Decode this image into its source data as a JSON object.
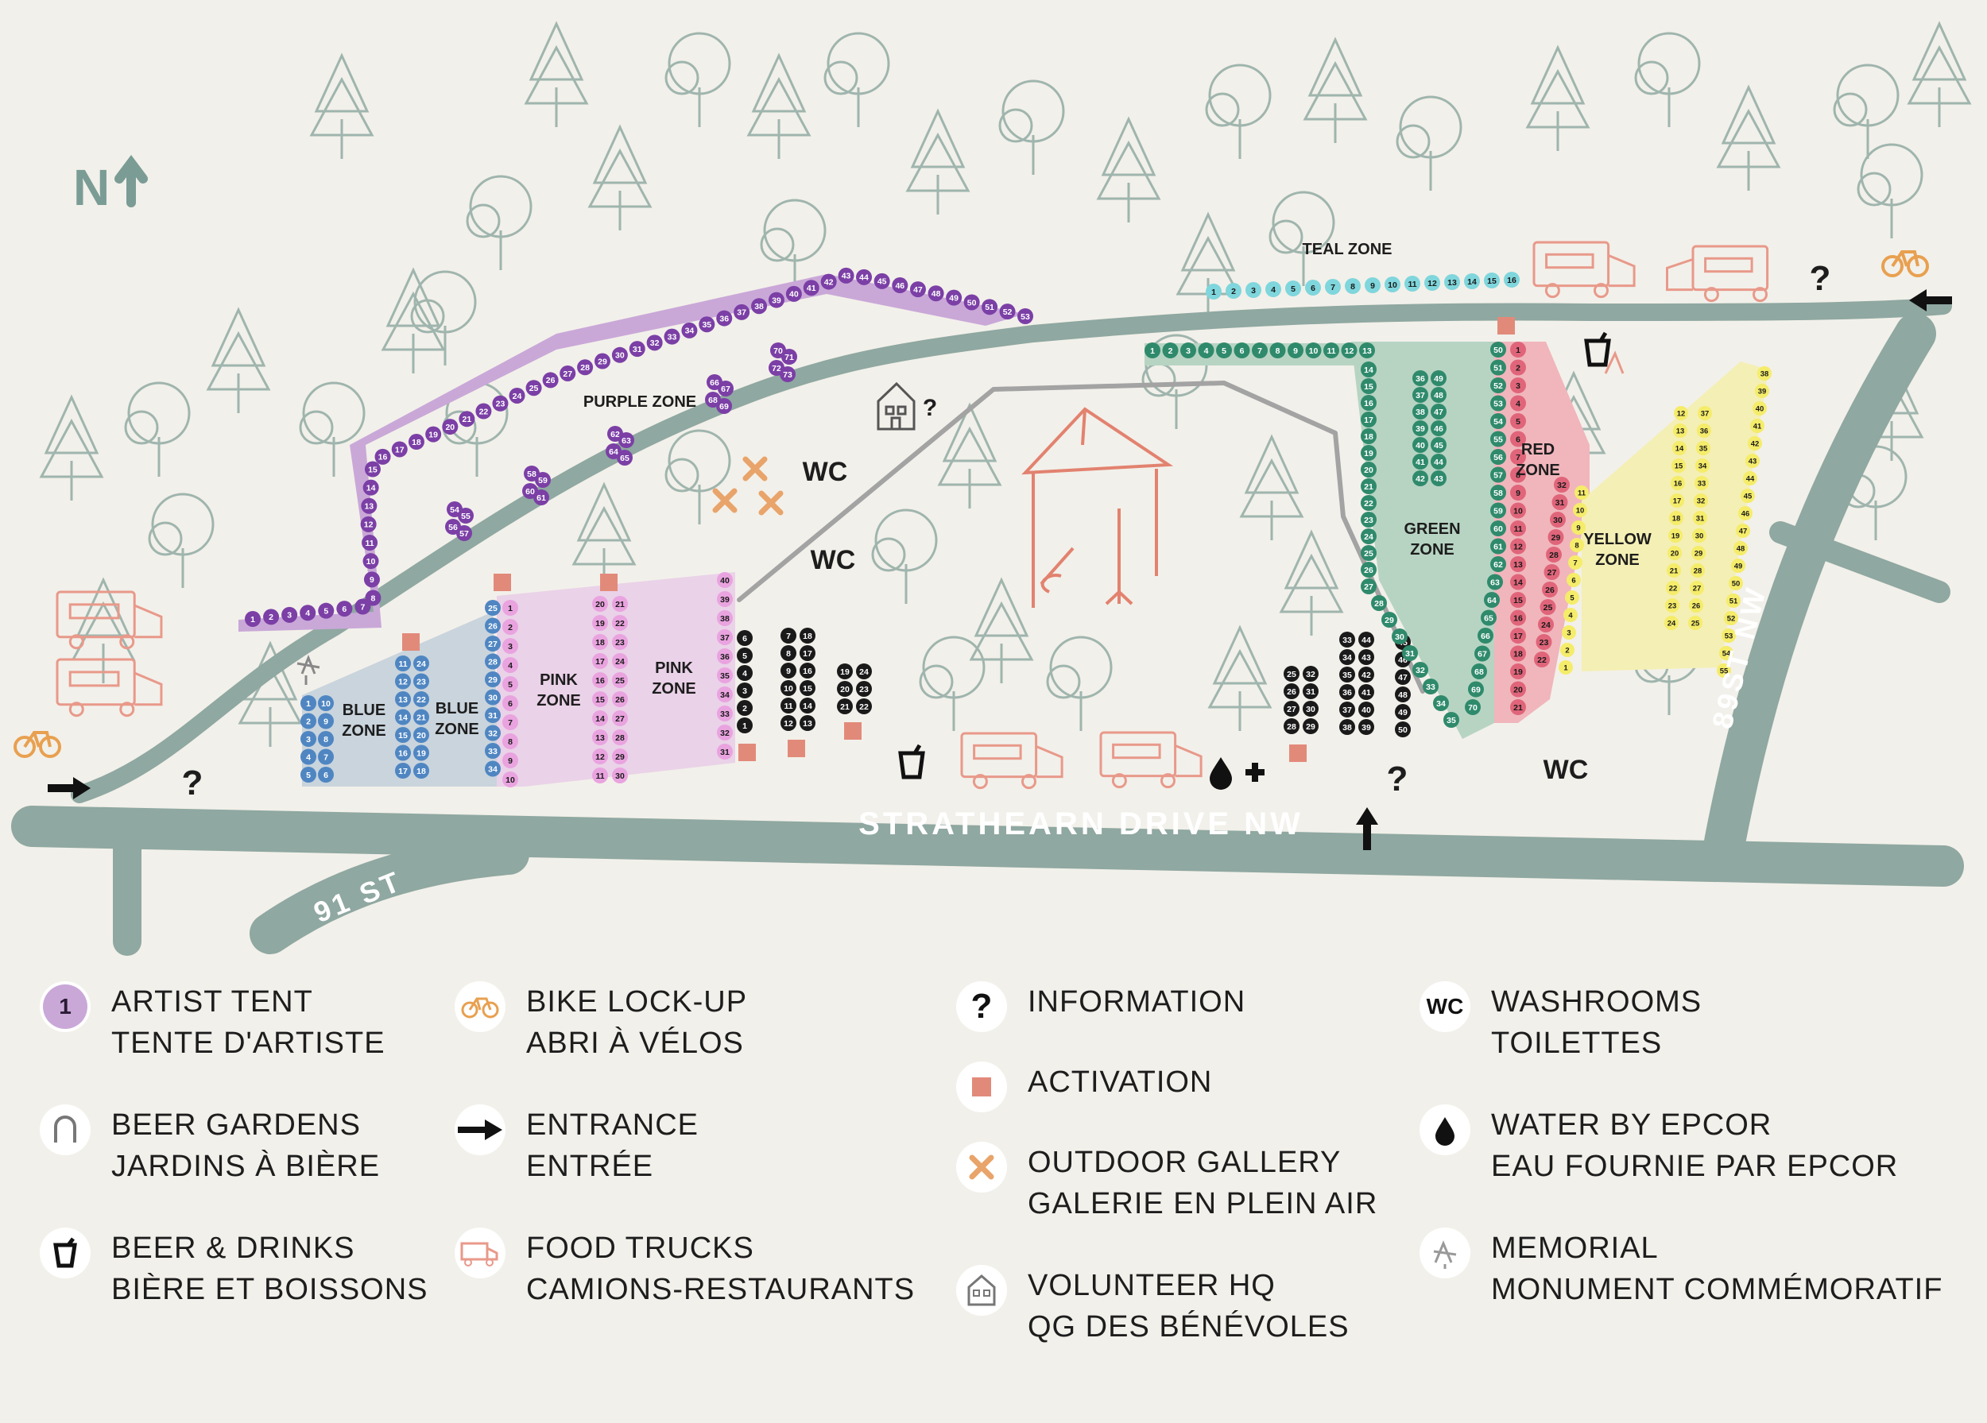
{
  "north_label": "N",
  "streets": {
    "main": "STRATHEARN DRIVE NW",
    "west": "91 ST",
    "east": "89ST NW"
  },
  "zones": {
    "teal": "TEAL ZONE",
    "purple": "PURPLE ZONE",
    "blue": "BLUE ZONE",
    "pink": "PINK ZONE",
    "green": "GREEN ZONE",
    "red": "RED ZONE",
    "yellow": "YELLOW ZONE"
  },
  "map_labels": {
    "wc": "WC",
    "info": "?"
  },
  "colors": {
    "background": "#f2f0ea",
    "road": "#8fa8a1",
    "purple": "#7b3fa6",
    "purple_zone": "#c9a8d8",
    "teal": "#7fd6dc",
    "blue": "#4f86c2",
    "blue_zone": "#c9d4dd",
    "pink": "#e9a3df",
    "pink_zone": "#ead2e8",
    "green": "#2f8a6c",
    "green_zone": "#b7d4c3",
    "red": "#e0657a",
    "red_zone": "#f0b6bc",
    "yellow": "#f5ec6a",
    "yellow_zone": "#f4efb4",
    "black_tent": "#1a1a1a",
    "activation": "#e28a7a",
    "gallery": "#e8a46a",
    "food_truck": "#e8998a",
    "bike": "#e8a050",
    "tree": "#9fb5ae"
  },
  "legend": [
    {
      "icon": "artist-tent-icon",
      "icon_text": "1",
      "line1": "ARTIST TENT",
      "line2": "TENTE D'ARTISTE"
    },
    {
      "icon": "beer-garden-icon",
      "line1": "BEER GARDENS",
      "line2": "JARDINS À BIÈRE"
    },
    {
      "icon": "beer-drinks-icon",
      "line1": "BEER & DRINKS",
      "line2": "BIÈRE ET BOISSONS"
    },
    {
      "icon": "bike-icon",
      "line1": "BIKE LOCK-UP",
      "line2": "ABRI À VÉLOS"
    },
    {
      "icon": "entrance-arrow-icon",
      "line1": "ENTRANCE",
      "line2": "ENTRÉE"
    },
    {
      "icon": "food-truck-icon",
      "line1": "FOOD TRUCKS",
      "line2": "CAMIONS-RESTAURANTS"
    },
    {
      "icon": "information-icon",
      "icon_text": "?",
      "line1": "INFORMATION",
      "line2": ""
    },
    {
      "icon": "activation-icon",
      "line1": "ACTIVATION",
      "line2": ""
    },
    {
      "icon": "outdoor-gallery-icon",
      "line1": "OUTDOOR GALLERY",
      "line2": "GALERIE EN PLEIN AIR"
    },
    {
      "icon": "volunteer-hq-icon",
      "line1": "VOLUNTEER HQ",
      "line2": "QG DES BÉNÉVOLES"
    },
    {
      "icon": "washroom-icon",
      "icon_text": "WC",
      "line1": "WASHROOMS",
      "line2": "TOILETTES"
    },
    {
      "icon": "water-icon",
      "line1": "WATER BY EPCOR",
      "line2": "EAU FOURNIE PAR EPCOR"
    },
    {
      "icon": "memorial-icon",
      "line1": "MEMORIAL",
      "line2": "MONUMENT COMMÉMORATIF"
    }
  ],
  "tents": {
    "teal_row": [
      "1",
      "2",
      "3",
      "4",
      "5",
      "6",
      "7",
      "8",
      "9",
      "10",
      "11",
      "12",
      "13",
      "14",
      "15",
      "16"
    ],
    "purple_path": [
      "1",
      "2",
      "3",
      "4",
      "5",
      "6",
      "7",
      "8",
      "9",
      "10",
      "11",
      "12",
      "13",
      "14",
      "15",
      "16",
      "17",
      "18",
      "19",
      "20",
      "21",
      "22",
      "23",
      "24",
      "25",
      "26",
      "27",
      "28",
      "29",
      "30",
      "31",
      "32",
      "33",
      "34",
      "35",
      "36",
      "37",
      "38",
      "39",
      "40",
      "41",
      "42",
      "43",
      "44",
      "45",
      "46",
      "47",
      "48",
      "49",
      "50",
      "51",
      "52",
      "53"
    ],
    "purple_clusters": [
      [
        "54",
        "55",
        "56",
        "57"
      ],
      [
        "58",
        "59",
        "60",
        "61"
      ],
      [
        "62",
        "63",
        "64",
        "65"
      ],
      [
        "66",
        "67",
        "68",
        "69"
      ],
      [
        "70",
        "71",
        "72",
        "73"
      ]
    ],
    "blue_cols": [
      [
        "1",
        "2",
        "3",
        "4",
        "5"
      ],
      [
        "10",
        "9",
        "8",
        "7",
        "6"
      ],
      [
        "11",
        "12",
        "13",
        "14",
        "15",
        "16",
        "17"
      ],
      [
        "24",
        "23",
        "22",
        "21",
        "20",
        "19",
        "18"
      ],
      [
        "25",
        "26",
        "27",
        "28",
        "29",
        "30",
        "31",
        "32",
        "33",
        "34"
      ]
    ],
    "pink_cols": [
      [
        "1",
        "2",
        "3",
        "4",
        "5",
        "6",
        "7",
        "8",
        "9",
        "10"
      ],
      [
        "20",
        "19",
        "18",
        "17",
        "16",
        "15",
        "14",
        "13",
        "12",
        "11"
      ],
      [
        "21",
        "22",
        "23",
        "24",
        "25",
        "26",
        "27",
        "28",
        "29",
        "30"
      ],
      [
        "40",
        "39",
        "38",
        "37",
        "36",
        "35",
        "34",
        "33",
        "32",
        "31"
      ]
    ],
    "black_groups": [
      [
        [
          "6",
          "5",
          "4",
          "3",
          "2",
          "1"
        ]
      ],
      [
        [
          "7",
          "8",
          "9",
          "10",
          "11",
          "12"
        ],
        [
          "18",
          "17",
          "16",
          "15",
          "14",
          "13"
        ]
      ],
      [
        [
          "19",
          "20",
          "21"
        ],
        [
          "24",
          "23",
          "22"
        ]
      ],
      [
        [
          "25",
          "26",
          "27",
          "28"
        ],
        [
          "32",
          "31",
          "30",
          "29"
        ]
      ],
      [
        [
          "33",
          "34",
          "35",
          "36",
          "37",
          "38"
        ],
        [
          "44",
          "43",
          "42",
          "41",
          "40",
          "39"
        ]
      ],
      [
        [
          "45",
          "46",
          "47",
          "48",
          "49",
          "50"
        ]
      ]
    ],
    "green_top": [
      "1",
      "2",
      "3",
      "4",
      "5",
      "6",
      "7",
      "8",
      "9",
      "10",
      "11",
      "12",
      "13"
    ],
    "green_diag": [
      "14",
      "15",
      "16",
      "17",
      "18",
      "19",
      "20",
      "21",
      "22",
      "23",
      "24",
      "25",
      "26",
      "27",
      "28",
      "29",
      "30",
      "31",
      "32",
      "33",
      "34",
      "35"
    ],
    "green_block": [
      [
        "36",
        "37",
        "38",
        "39",
        "40",
        "41",
        "42"
      ],
      [
        "49",
        "48",
        "47",
        "46",
        "45",
        "44",
        "43"
      ]
    ],
    "green_right": [
      "50",
      "51",
      "52",
      "53",
      "54",
      "55",
      "56",
      "57",
      "58",
      "59",
      "60",
      "61",
      "62",
      "63",
      "64",
      "65",
      "66",
      "67",
      "68",
      "69",
      "70"
    ],
    "red_col": [
      "1",
      "2",
      "3",
      "4",
      "5",
      "6",
      "7",
      "8",
      "9",
      "10",
      "11",
      "12",
      "13",
      "14",
      "15",
      "16",
      "17",
      "18",
      "19",
      "20",
      "21"
    ],
    "red_diag": [
      "32",
      "31",
      "30",
      "29",
      "28",
      "27",
      "26",
      "25",
      "24",
      "23",
      "22"
    ],
    "yellow_cols": [
      [
        "11",
        "10",
        "9",
        "8",
        "7",
        "6",
        "5",
        "4",
        "3",
        "2",
        "1"
      ],
      [
        "12",
        "13",
        "14",
        "15",
        "16",
        "17",
        "18",
        "19",
        "20",
        "21",
        "22",
        "23",
        "24"
      ],
      [
        "37",
        "36",
        "35",
        "34",
        "33",
        "32",
        "31",
        "30",
        "29",
        "28",
        "27",
        "26",
        "25"
      ],
      [
        "38",
        "39",
        "40",
        "41",
        "42",
        "43",
        "44",
        "45",
        "46",
        "47",
        "48",
        "49",
        "50",
        "51",
        "52",
        "53",
        "54",
        "55"
      ]
    ]
  }
}
